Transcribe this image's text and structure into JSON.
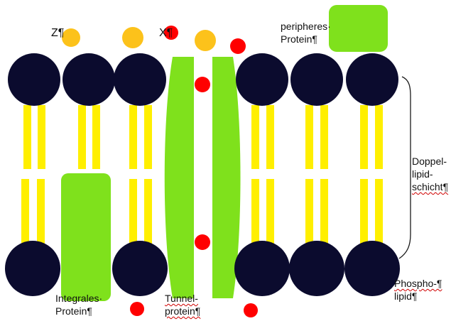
{
  "colors": {
    "head": "#0b0b2e",
    "tail": "#ffef00",
    "protein": "#7fe11c",
    "molecule_z": "#fcc21b",
    "molecule_x": "#ff0000",
    "bracket": "#1a1a1a"
  },
  "labels": {
    "z": {
      "text": "Z¶"
    },
    "x": {
      "text": "X¶"
    },
    "peripheral_protein": {
      "line1": "peripheres·",
      "line2": "Protein¶"
    },
    "bilayer": {
      "line1": "Doppel-",
      "line2": "lipid-",
      "line3": "schicht¶"
    },
    "phospholipid": {
      "line1": "Phospho-¶",
      "line2": "lipid¶"
    },
    "integral_protein": {
      "line1": "Integrales·",
      "line2": "Protein¶"
    },
    "tunnel_protein": {
      "line1": "Tunnel-",
      "line2": "protein¶"
    }
  }
}
